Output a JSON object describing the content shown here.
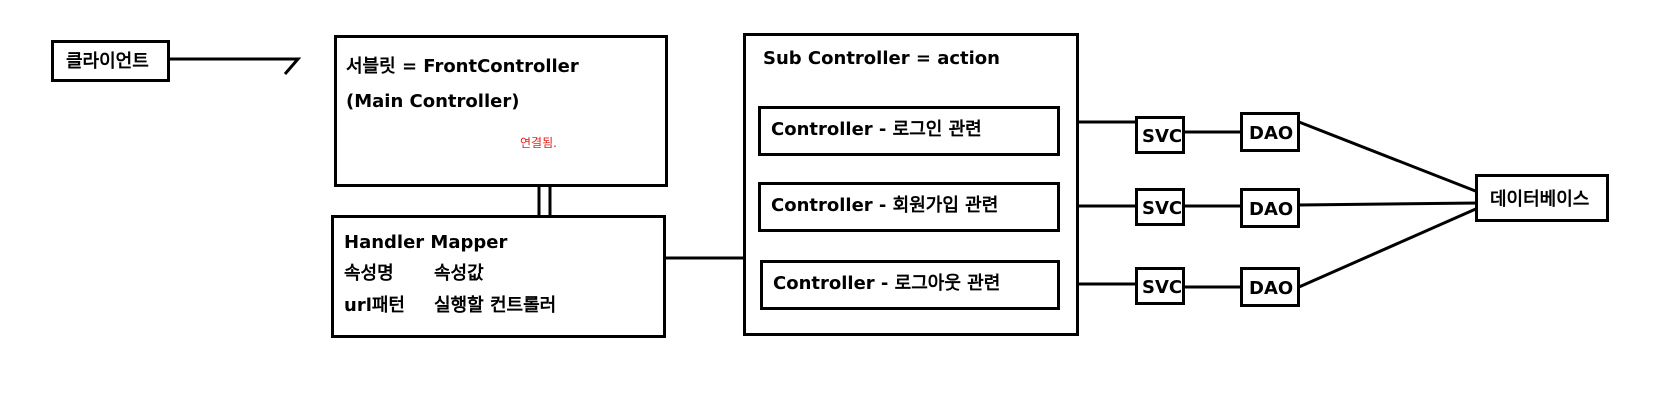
{
  "client": "클라이언트",
  "servlet": {
    "title": "서블릿 = FrontController",
    "subtitle": "(Main Controller)",
    "note": "연결됨."
  },
  "handler_mapper": {
    "title": "Handler Mapper",
    "attr_name_label": "속성명",
    "attr_value_label": "속성값",
    "url_pattern_label": "url패턴",
    "controller_label": "실행할 컨트롤러"
  },
  "sub_controller": {
    "title": "Sub Controller = action",
    "items": [
      {
        "label": "Controller - 로그인 관련",
        "svc": "SVC",
        "dao": "DAO"
      },
      {
        "label": "Controller - 회원가입 관련",
        "svc": "SVC",
        "dao": "DAO"
      },
      {
        "label": "Controller - 로그아웃 관련",
        "svc": "SVC",
        "dao": "DAO"
      }
    ]
  },
  "database": "데이터베이스"
}
